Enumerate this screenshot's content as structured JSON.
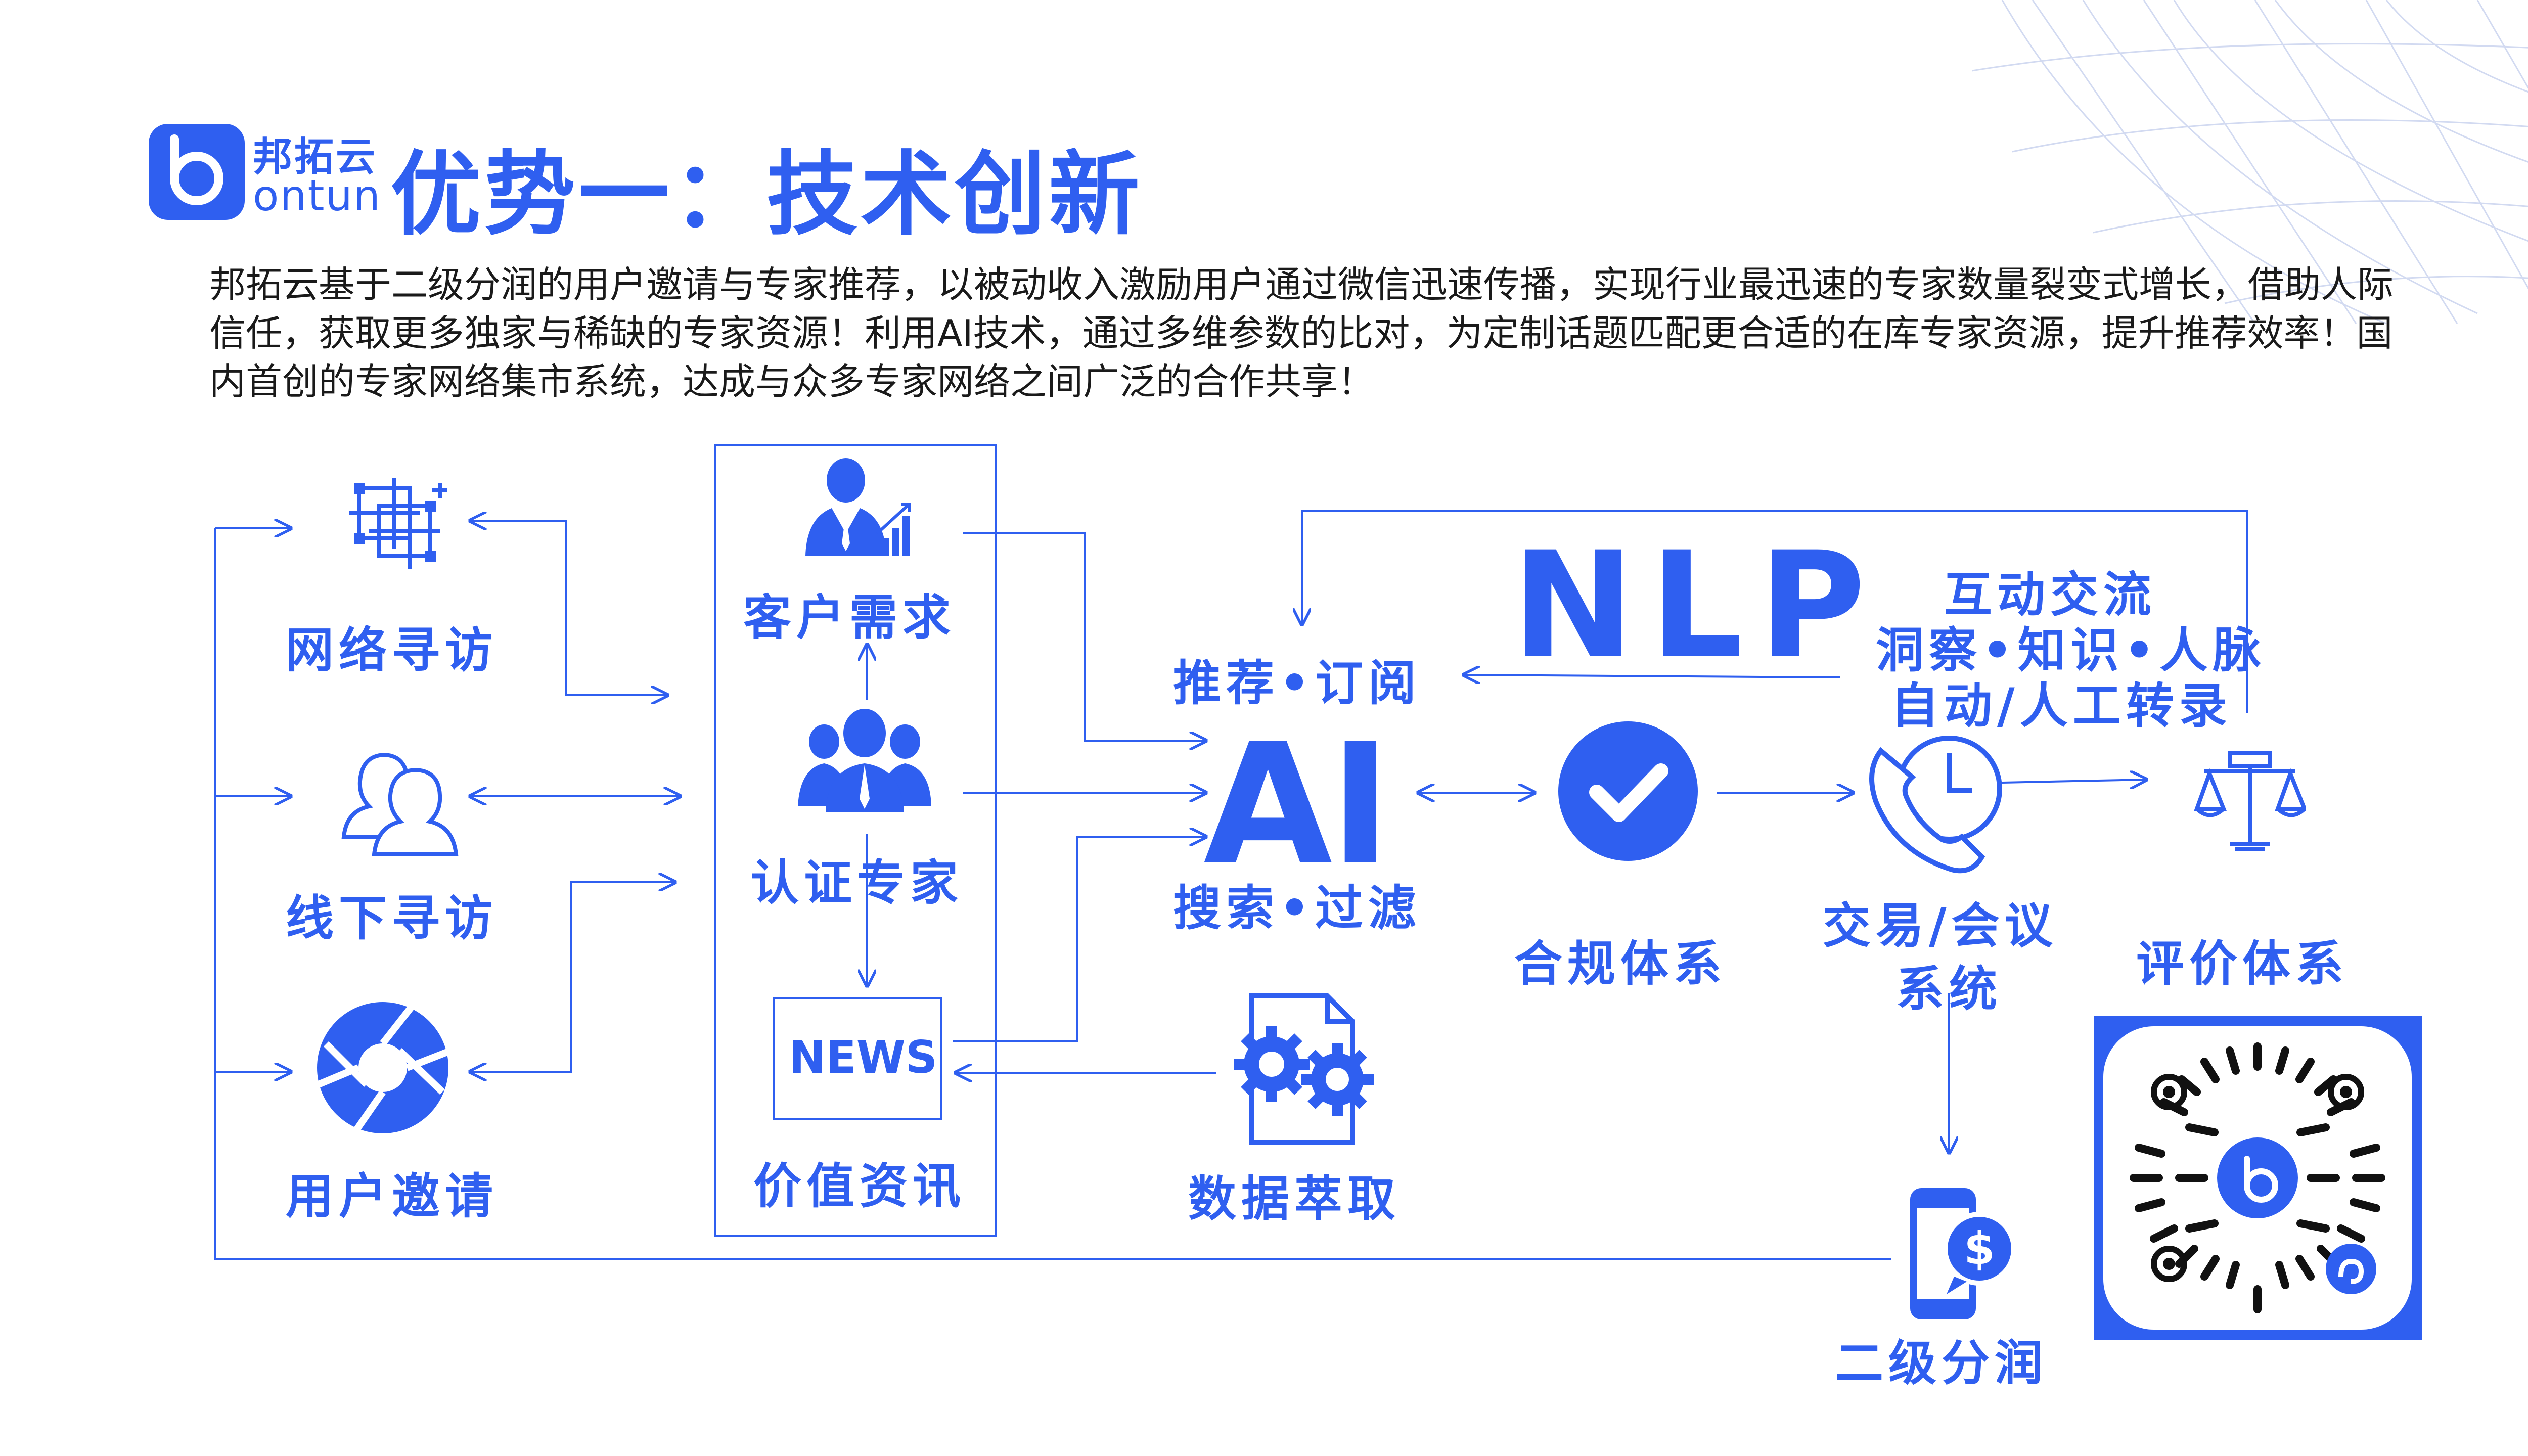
{
  "brand": {
    "name_cn": "邦拓云",
    "name_en": "ontun",
    "logo_letter": "b"
  },
  "title": "优势一：技术创新",
  "intro": "邦拓云基于二级分润的用户邀请与专家推荐，以被动收入激励用户通过微信迅速传播，实现行业最迅速的专家数量裂变式增长，借助人际信任，获取更多独家与稀缺的专家资源！利用AI技术，通过多维参数的比对，为定制话题匹配更合适的在库专家资源，提升推荐效率！国内首创的专家网络集市系统，达成与众多专家网络之间广泛的合作共享！",
  "nodes": {
    "network_visit": "网络寻访",
    "offline_visit": "线下寻访",
    "user_invite": "用户邀请",
    "client_demand": "客户需求",
    "certified_expert": "认证专家",
    "news_badge": "NEWS",
    "value_info": "价值资讯",
    "recommend": "推荐•订阅",
    "ai": "AI",
    "search_filter": "搜索•过滤",
    "nlp": "NLP",
    "interaction": "互动交流",
    "insight": "洞察•知识•人脉",
    "transcribe": "自动/人工转录",
    "compliance": "合规体系",
    "trade_line1": "交易/会议",
    "trade_line2": "系统",
    "evaluation": "评价体系",
    "data_extract": "数据萃取",
    "revenue_share": "二级分润"
  },
  "colors": {
    "accent": "#2f5ff0",
    "text": "#1a1a1a",
    "background": "#ffffff"
  },
  "icons": {
    "network_visit": "grid-crosshair-icon",
    "offline_visit": "people-icon",
    "user_invite": "aperture-icon",
    "client_demand": "businessman-chart-icon",
    "certified_expert": "group-icon",
    "compliance": "check-circle-icon",
    "trade": "phone-clock-icon",
    "evaluation": "scale-icon",
    "data_extract": "gears-document-icon",
    "revenue_share": "phone-dollar-icon",
    "qr": "mini-program-qr-code"
  }
}
